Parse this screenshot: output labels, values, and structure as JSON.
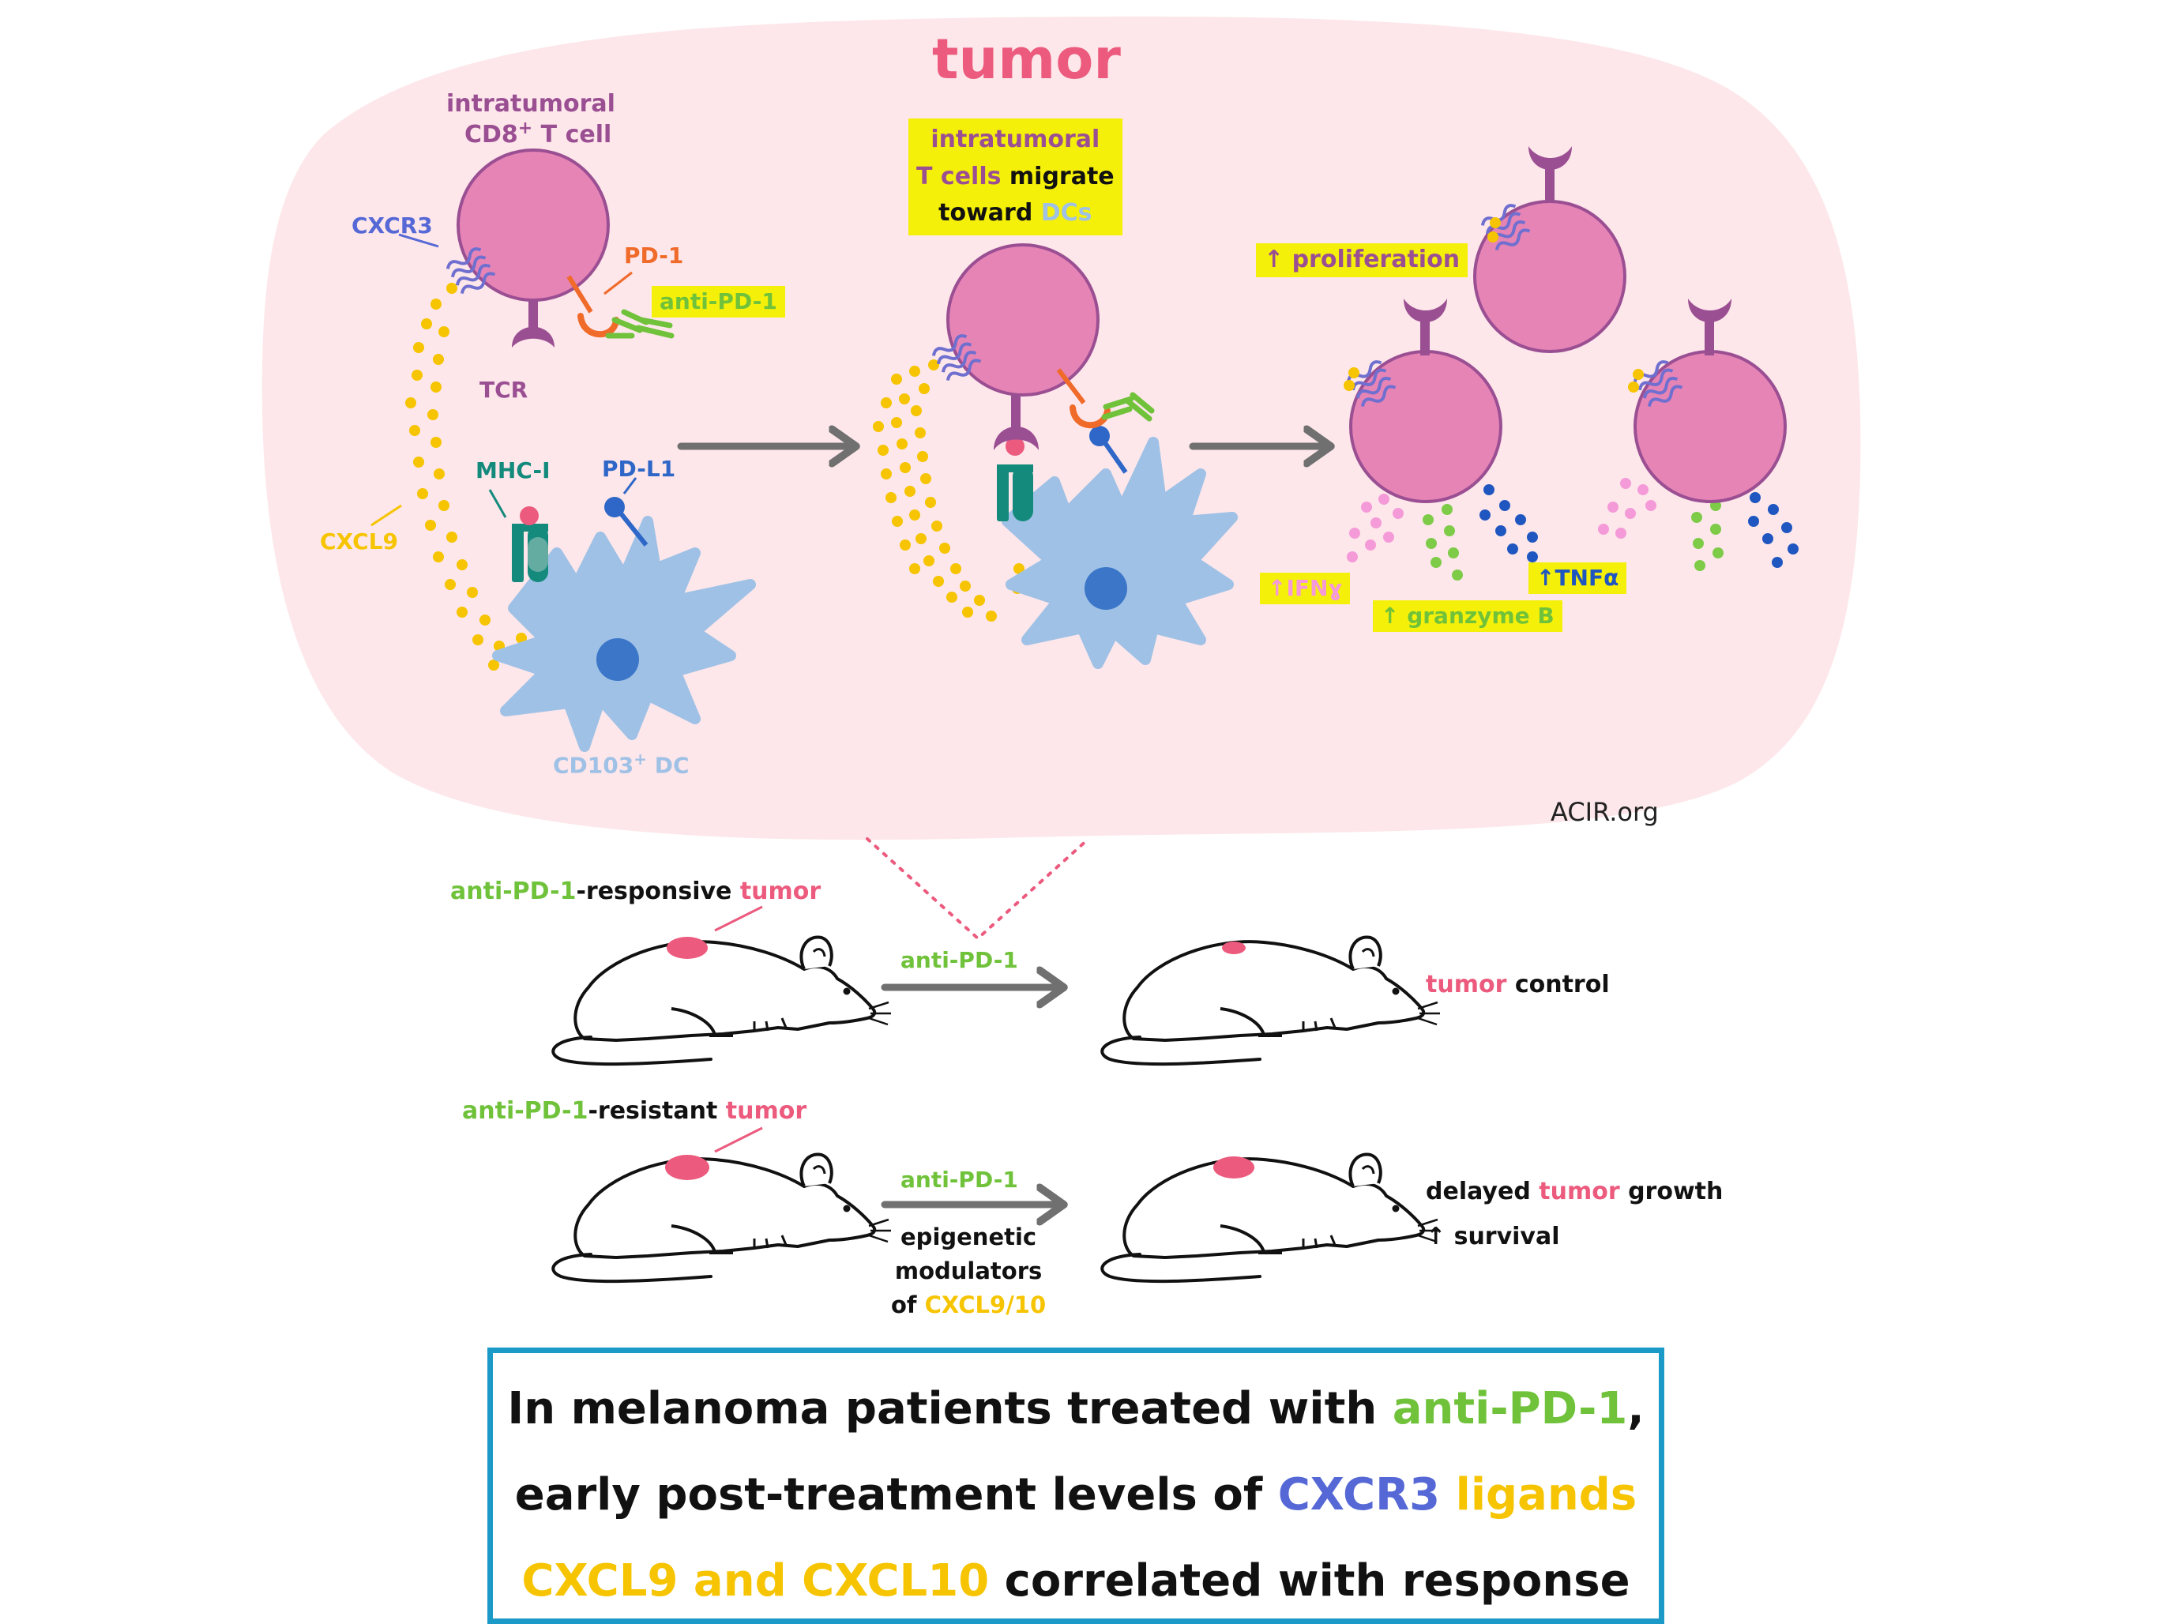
{
  "colors": {
    "tumor_bg": "#fde7ea",
    "tcell": "#e684b6",
    "tcell_outline": "#9b4f93",
    "dc": "#9fc1e6",
    "dc_nucleus": "#3b76c8",
    "cxcl9_dots": "#f6c400",
    "cxcr3": "#6f6fd0",
    "pd1": "#f06a2a",
    "anti_pd1": "#6fc23a",
    "mhc": "#138a7c",
    "pdl1": "#2f67c8",
    "arrow": "#707070",
    "summary_border": "#1b9ac8"
  },
  "tumor": {
    "title": "tumor",
    "tcell_label_line1": "intratumoral",
    "tcell_label_line2": "CD8",
    "tcell_label_sup": "+",
    "tcell_label_rest": " T cell",
    "cxcr3": "CXCR3",
    "pd1": "PD-1",
    "anti_pd1": "anti-PD-1",
    "tcr": "TCR",
    "cxcl9": "CXCL9",
    "mhc": "MHC-I",
    "pdl1": "PD-L1",
    "dc_label": "CD103",
    "dc_label_sup": "+",
    "dc_label_rest": " DC",
    "migrate_line1": "intratumoral",
    "migrate_line2_a": "T cells",
    "migrate_line2_b": " migrate",
    "migrate_line3_a": "toward ",
    "migrate_line3_b": "DCs",
    "proliferation": "↑ proliferation",
    "ifng": "↑IFNɣ",
    "granzyme": "↑ granzyme B",
    "tnfa": "↑TNFα",
    "credit": "ACIR.org"
  },
  "mice": {
    "responsive_a": "anti-PD-1",
    "responsive_b": "-responsive ",
    "responsive_c": "tumor",
    "responsive_arrow": "anti-PD-1",
    "outcome1_a": "tumor",
    "outcome1_b": " control",
    "resistant_a": "anti-PD-1",
    "resistant_b": "-resistant ",
    "resistant_c": "tumor",
    "resistant_arrow": "anti-PD-1",
    "combo_line1": "epigenetic",
    "combo_line2": "modulators",
    "combo_line3_a": "of ",
    "combo_line3_b": "CXCL9/10",
    "outcome2_a": "delayed ",
    "outcome2_b": "tumor",
    "outcome2_c": " growth",
    "outcome2_line2": "↑ survival"
  },
  "summary": {
    "l1_a": "In melanoma patients treated with ",
    "l1_b": "anti-PD-1",
    "l1_c": ",",
    "l2_a": "early post-treatment levels of ",
    "l2_b": "CXCR3",
    "l2_c": " ligands",
    "l3_a": "CXCL9 and CXCL10",
    "l3_b": " correlated with response"
  }
}
